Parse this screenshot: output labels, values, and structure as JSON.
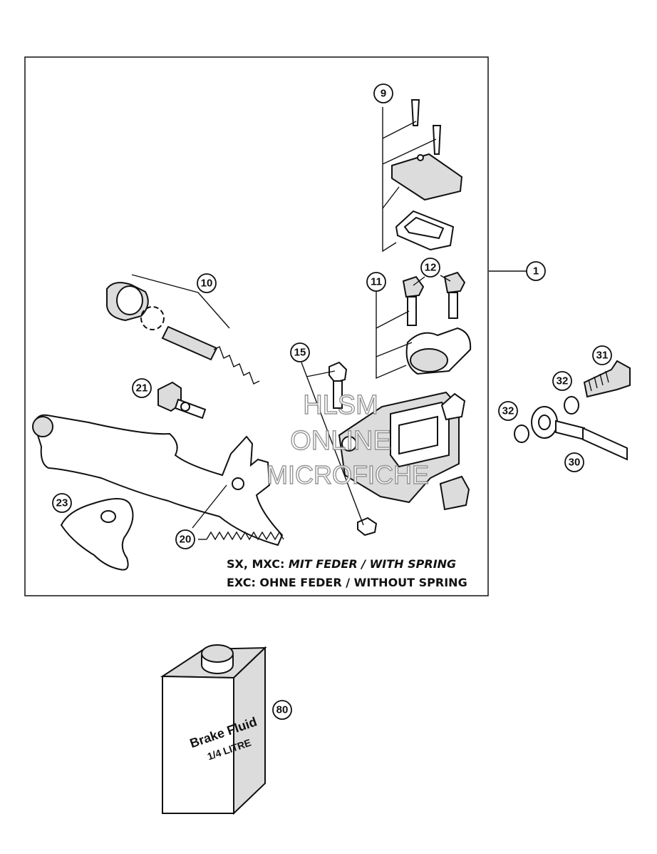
{
  "callouts": {
    "c1": "1",
    "c9": "9",
    "c10": "10",
    "c11": "11",
    "c12": "12",
    "c15": "15",
    "c20": "20",
    "c21": "21",
    "c23": "23",
    "c30": "30",
    "c31": "31",
    "c32a": "32",
    "c32b": "32",
    "c80": "80"
  },
  "notes": {
    "line1_prefix": "SX, MXC: ",
    "line1_italic": "MIT FEDER / WITH SPRING",
    "line2": "EXC: OHNE FEDER / WITHOUT SPRING"
  },
  "watermark": {
    "line1": "HLSM",
    "line2": "ONLINE",
    "line3": "MICROFICHE"
  },
  "container_label": {
    "line1": "Brake Fluid",
    "line2": "1/4 LITRE"
  }
}
